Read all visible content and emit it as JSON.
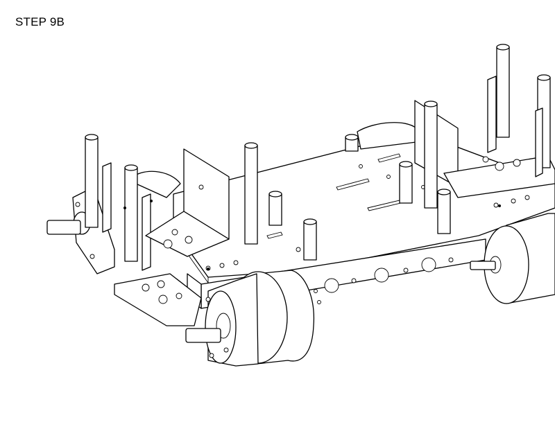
{
  "header": {
    "step_label": "STEP 9B"
  },
  "colors": {
    "line": "#000000",
    "background": "#ffffff"
  },
  "icons": [
    "robot-chassis-drawing",
    "gear-motor",
    "standoff",
    "mounting-bracket"
  ]
}
